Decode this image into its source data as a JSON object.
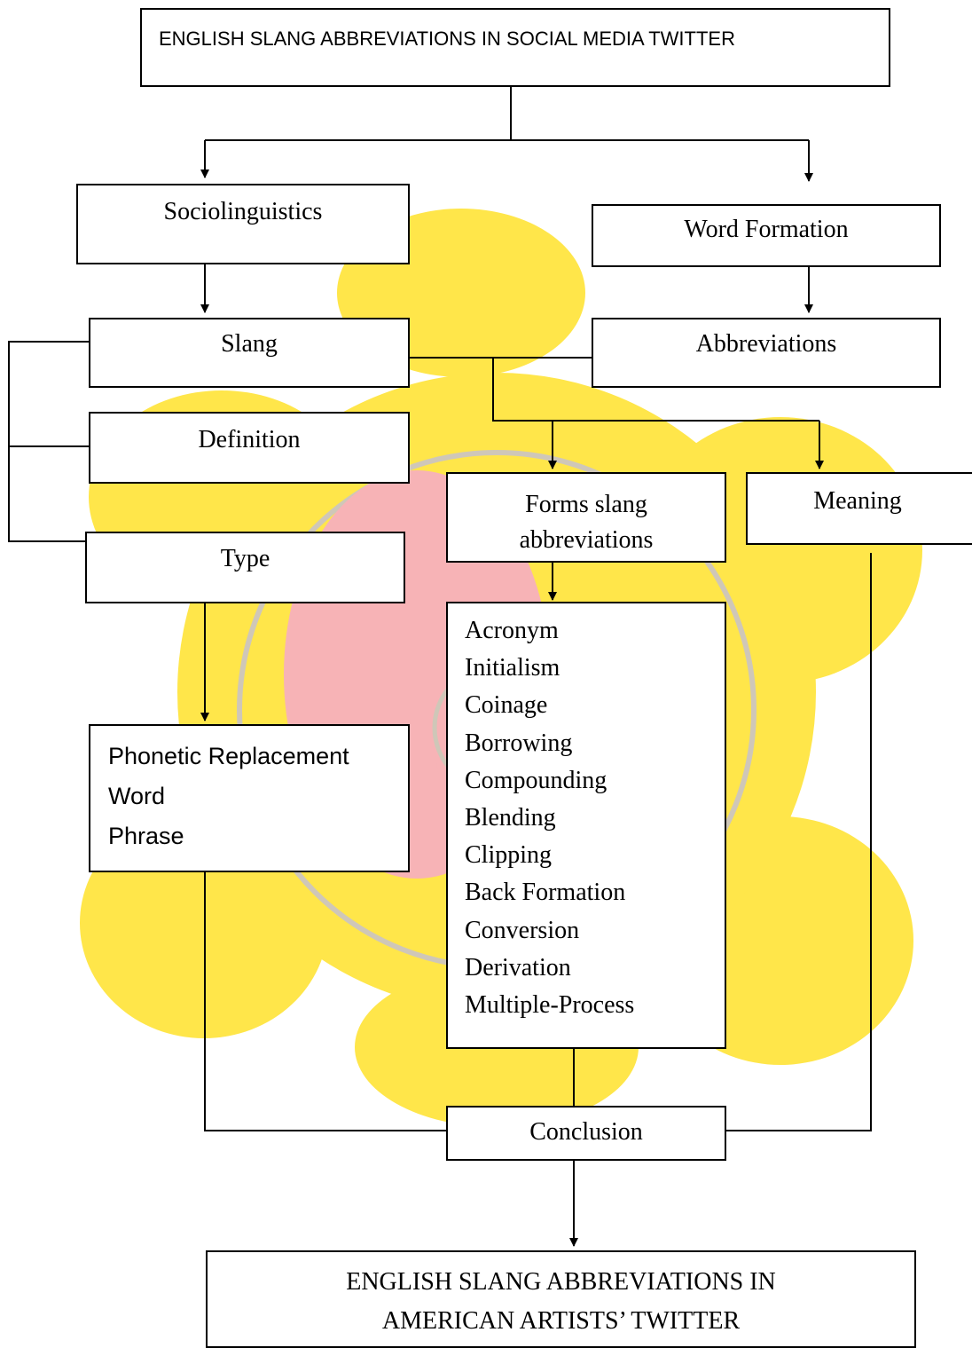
{
  "title": "ENGLISH SLANG ABBREVIATIONS IN SOCIAL MEDIA TWITTER",
  "sociolinguistics": "Sociolinguistics",
  "word_formation": "Word Formation",
  "slang": "Slang",
  "abbreviations": "Abbreviations",
  "definition": "Definition",
  "type": "Type",
  "forms_line1": "Forms slang",
  "forms_line2": "abbreviations",
  "meaning": "Meaning",
  "type_items": [
    "Phonetic Replacement",
    "Word",
    "Phrase"
  ],
  "forms_items": [
    "Acronym",
    "Initialism",
    "Coinage",
    "Borrowing",
    "Compounding",
    "Blending",
    "Clipping",
    "Back Formation",
    "Conversion",
    "Derivation",
    "Multiple-Process"
  ],
  "conclusion": "Conclusion",
  "final_line1": "ENGLISH SLANG ABBREVIATIONS IN",
  "final_line2": "AMERICAN ARTISTS’ TWITTER",
  "colors": {
    "watermark_yellow": "#FFE64A",
    "watermark_red": "#F7B3B6",
    "watermark_ink": "#CFC7B8"
  }
}
